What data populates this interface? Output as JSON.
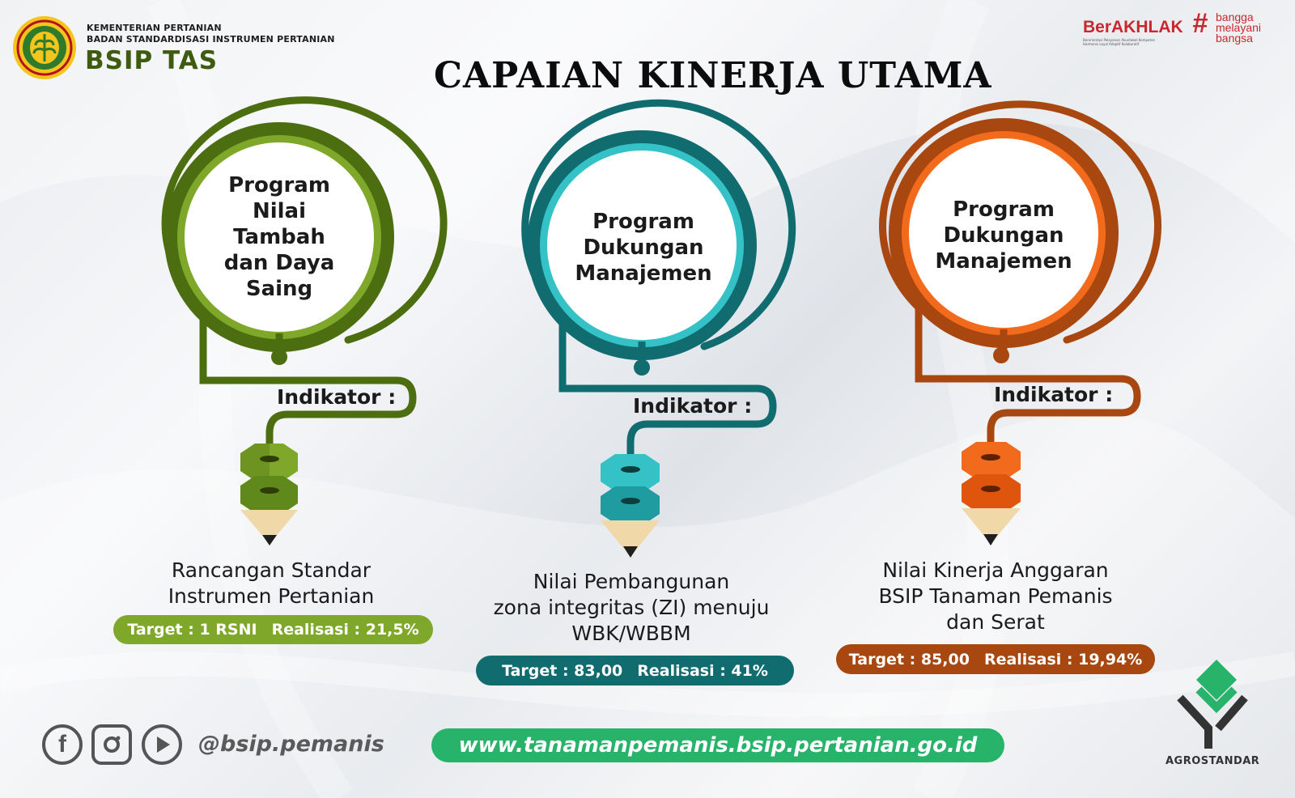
{
  "header": {
    "ministry": "KEMENTERIAN PERTANIAN",
    "agency": "BADAN STANDARDISASI INSTRUMEN PERTANIAN",
    "brand": "BSIP TAS",
    "title": "CAPAIAN KINERJA UTAMA",
    "berakhlak_logo": "BerAKHLAK",
    "berakhlak_tagline_1": "Berorientasi Pelayanan Akuntabel Kompeten",
    "berakhlak_tagline_2": "Harmonis Loyal Adaptif Kolaboratif",
    "bangga_hash": "#",
    "bangga_words": [
      "bangga",
      "melayani",
      "bangsa"
    ]
  },
  "colors": {
    "green_dark": "#4c6e10",
    "green_light": "#7fa82a",
    "teal_dark": "#116c70",
    "teal_light": "#34c2c6",
    "orange_dark": "#a8470f",
    "orange_light": "#f26b1c",
    "website_green": "#27b46a"
  },
  "programs": [
    {
      "name_lines": [
        "Program",
        "Nilai",
        "Tambah",
        "dan Daya",
        "Saing"
      ],
      "indikator_label": "Indikator :",
      "indicator_lines": [
        "Rancangan Standar",
        "Instrumen Pertanian"
      ],
      "target": "Target : 1 RSNI",
      "realisasi": "Realisasi : 21,5%"
    },
    {
      "name_lines": [
        "Program",
        "Dukungan",
        "Manajemen"
      ],
      "indikator_label": "Indikator :",
      "indicator_lines": [
        "Nilai Pembangunan",
        "zona integritas (ZI) menuju",
        "WBK/WBBM"
      ],
      "target": "Target : 83,00",
      "realisasi": "Realisasi : 41%"
    },
    {
      "name_lines": [
        "Program",
        "Dukungan",
        "Manajemen"
      ],
      "indikator_label": "Indikator :",
      "indicator_lines": [
        "Nilai Kinerja Anggaran",
        "BSIP Tanaman Pemanis",
        "dan Serat"
      ],
      "target": "Target : 85,00",
      "realisasi": "Realisasi : 19,94%"
    }
  ],
  "footer": {
    "social_icons": [
      "facebook-icon",
      "instagram-icon",
      "youtube-icon"
    ],
    "facebook_glyph": "f",
    "handle": "@bsip.pemanis",
    "website": "www.tanamanpemanis.bsip.pertanian.go.id",
    "agro_label": "AGROSTANDAR"
  }
}
